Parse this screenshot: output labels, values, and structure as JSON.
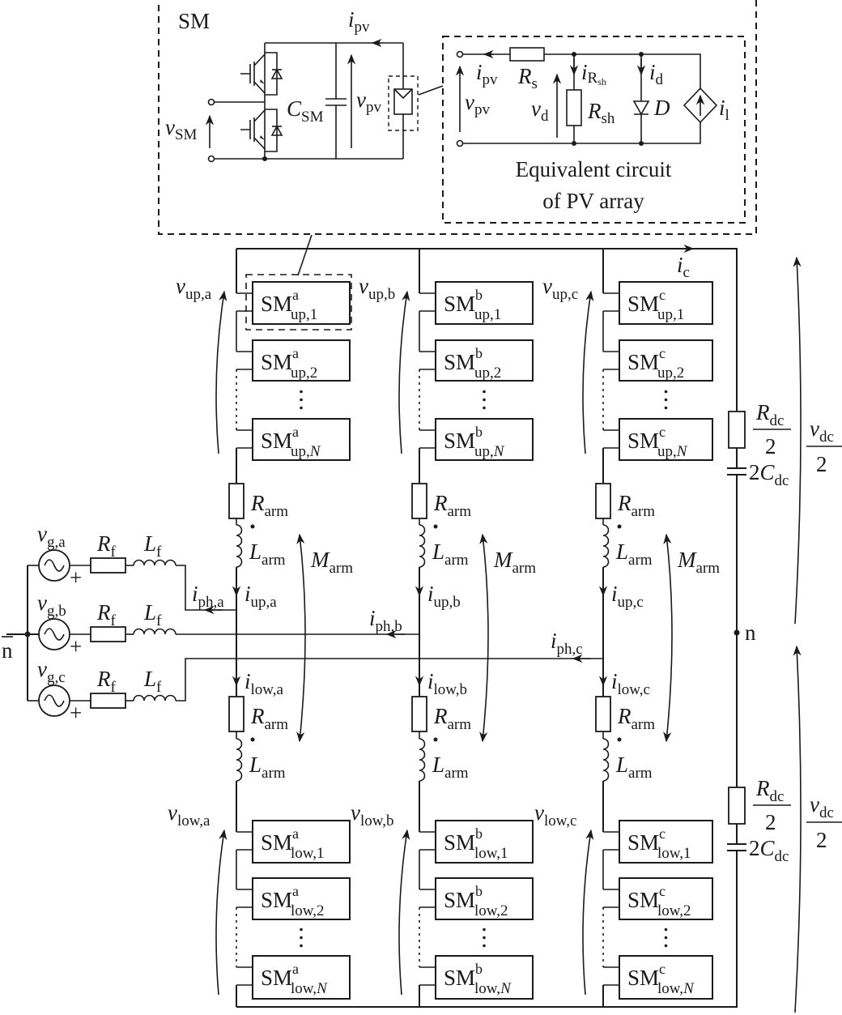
{
  "title": "MMC-based PV system with submodule and PV array equivalent circuit",
  "sm_detail": {
    "box_label": "SM",
    "capacitor": {
      "sym": "C",
      "sub": "SM"
    },
    "v_sm": {
      "sym": "v",
      "sub": "SM"
    },
    "v_pv": {
      "sym": "v",
      "sub": "pv"
    },
    "i_pv": {
      "sym": "i",
      "sub": "pv"
    }
  },
  "pv_equivalent": {
    "caption_line1": "Equivalent circuit",
    "caption_line2": "of PV array",
    "i_pv": {
      "sym": "i",
      "sub": "pv"
    },
    "v_pv": {
      "sym": "v",
      "sub": "pv"
    },
    "r_s": {
      "sym": "R",
      "sub": "s"
    },
    "v_d": {
      "sym": "v",
      "sub": "d"
    },
    "i_rsh": {
      "sym": "i",
      "sub": "R",
      "subsub": "sh"
    },
    "r_sh": {
      "sym": "R",
      "sub": "sh"
    },
    "i_d": {
      "sym": "i",
      "sub": "d"
    },
    "diode": "D",
    "i_l": {
      "sym": "i",
      "sub": "l"
    }
  },
  "phases": [
    {
      "id": "a",
      "v_up": {
        "sym": "v",
        "sub": "up,a"
      },
      "v_low": {
        "sym": "v",
        "sub": "low,a"
      },
      "i_up": {
        "sym": "i",
        "sub": "up,a"
      },
      "i_low": {
        "sym": "i",
        "sub": "low,a"
      },
      "i_ph": {
        "sym": "i",
        "sub": "ph,a"
      },
      "v_g": {
        "sym": "v",
        "sub": "g,a"
      },
      "up_modules": [
        {
          "sup": "a",
          "sub": "up,1"
        },
        {
          "sup": "a",
          "sub": "up,2"
        },
        {
          "sup": "a",
          "sub": "up,",
          "subN": "N"
        }
      ],
      "low_modules": [
        {
          "sup": "a",
          "sub": "low,1"
        },
        {
          "sup": "a",
          "sub": "low,2"
        },
        {
          "sup": "a",
          "sub": "low,",
          "subN": "N"
        }
      ]
    },
    {
      "id": "b",
      "v_up": {
        "sym": "v",
        "sub": "up,b"
      },
      "v_low": {
        "sym": "v",
        "sub": "low,b"
      },
      "i_up": {
        "sym": "i",
        "sub": "up,b"
      },
      "i_low": {
        "sym": "i",
        "sub": "low,b"
      },
      "i_ph": {
        "sym": "i",
        "sub": "ph,b"
      },
      "v_g": {
        "sym": "v",
        "sub": "g,b"
      },
      "up_modules": [
        {
          "sup": "b",
          "sub": "up,1"
        },
        {
          "sup": "b",
          "sub": "up,2"
        },
        {
          "sup": "b",
          "sub": "up,",
          "subN": "N"
        }
      ],
      "low_modules": [
        {
          "sup": "b",
          "sub": "low,1"
        },
        {
          "sup": "b",
          "sub": "low,2"
        },
        {
          "sup": "b",
          "sub": "low,",
          "subN": "N"
        }
      ]
    },
    {
      "id": "c",
      "v_up": {
        "sym": "v",
        "sub": "up,c"
      },
      "v_low": {
        "sym": "v",
        "sub": "low,c"
      },
      "i_up": {
        "sym": "i",
        "sub": "up,c"
      },
      "i_low": {
        "sym": "i",
        "sub": "low,c"
      },
      "i_ph": {
        "sym": "i",
        "sub": "ph,c"
      },
      "v_g": {
        "sym": "v",
        "sub": "g,c"
      },
      "up_modules": [
        {
          "sup": "c",
          "sub": "up,1"
        },
        {
          "sup": "c",
          "sub": "up,2"
        },
        {
          "sup": "c",
          "sub": "up,",
          "subN": "N"
        }
      ],
      "low_modules": [
        {
          "sup": "c",
          "sub": "low,1"
        },
        {
          "sup": "c",
          "sub": "low,2"
        },
        {
          "sup": "c",
          "sub": "low,",
          "subN": "N"
        }
      ]
    }
  ],
  "module_prefix": "SM",
  "arm": {
    "r": {
      "sym": "R",
      "sub": "arm"
    },
    "l": {
      "sym": "L",
      "sub": "arm"
    },
    "m": {
      "sym": "M",
      "sub": "arm"
    }
  },
  "grid": {
    "r_f": {
      "sym": "R",
      "sub": "f"
    },
    "l_f": {
      "sym": "L",
      "sub": "f"
    },
    "plus": "+",
    "neutral": "n"
  },
  "dc_side": {
    "i_c": {
      "sym": "i",
      "sub": "c"
    },
    "r_dc_num": {
      "sym": "R",
      "sub": "dc"
    },
    "r_dc_den": "2",
    "c_dc": {
      "coef": "2",
      "sym": "C",
      "sub": "dc"
    },
    "v_dc_num": {
      "sym": "v",
      "sub": "dc"
    },
    "v_dc_den": "2",
    "midpoint": "n"
  },
  "ellipsis": "⋮"
}
